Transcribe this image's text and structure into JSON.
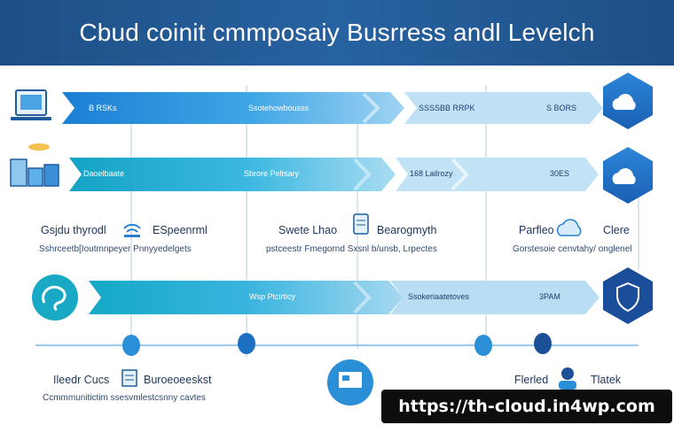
{
  "header": {
    "title": "Cbud coinit cmmposaiy Busrress andl Levelch"
  },
  "bars": [
    {
      "label_a": "B RSKs",
      "label_b": "Ssotehowbousss",
      "label_c": "SSSSBB RRPK",
      "label_d": "S BORS"
    },
    {
      "label_a": "Daoelbaate",
      "label_b": "Sbrore Peltsary",
      "label_c": "168 Lailrozy",
      "label_d": "30ES"
    },
    {
      "label_a": "",
      "label_b": "Wsp Ptcirticy",
      "label_c": "Ssokeriaatetoves",
      "label_d": "3PAM"
    }
  ],
  "captions": [
    {
      "title_a": "Gsjdu thyrodl",
      "title_b": "ESpeenrml",
      "sub": "Sshrceetb[Ioutmnpeyer Pnnyyedelgets"
    },
    {
      "title_a": "Swete Lhao",
      "title_b": "Bearogmyth",
      "sub": "pstceestr Fmegornd Sxsnl b/unsb, Lrpectes"
    },
    {
      "title_a": "Parfleo",
      "title_b": "Clere",
      "sub": "Gorstesoie cenvtahy/ onglenel"
    },
    {
      "title_a": "Ileedr Cucs",
      "title_b": "Buroeoeeskst",
      "sub": "Ccmmmunitictim ssesvmlestcsnny cavtes"
    },
    {
      "title_a": "Flerled",
      "title_b": "Tlatek",
      "sub": ""
    }
  ],
  "watermark": {
    "text": "https://th-cloud.in4wp.com"
  },
  "colors": {
    "header": "#1f5590",
    "accent": "#2a8fd6",
    "teal": "#1fa9c9",
    "dark_blue": "#1c4f95"
  }
}
